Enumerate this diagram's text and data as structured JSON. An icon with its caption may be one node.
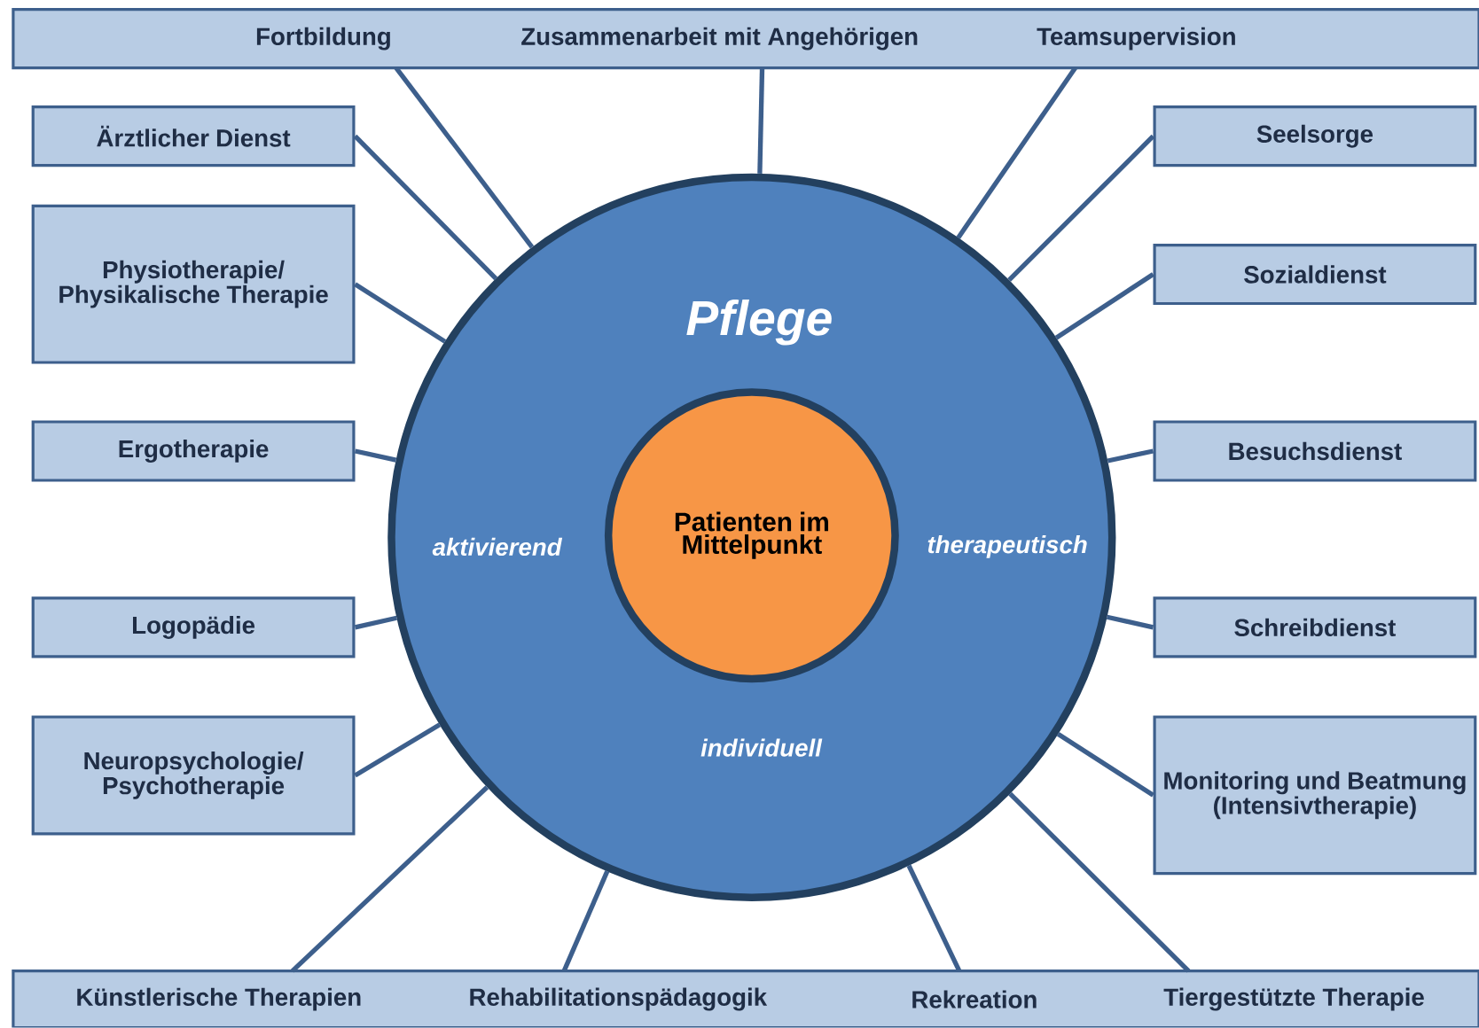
{
  "diagram": {
    "nodes": [
      {
        "text": [
          "Fortbildung",
          "Zusammenarbeit mit Angehörigen",
          "Teamsupervision"
        ]
      },
      {
        "text": [
          "Ärztlicher Dienst"
        ]
      },
      {
        "text": [
          "Physiotherapie/ Physikalische Therapie"
        ]
      },
      {
        "text": [
          "Ergotherapie"
        ]
      },
      {
        "text": [
          "Logopädie"
        ]
      },
      {
        "text": [
          "Neuropsychologie/ Psychotherapie"
        ]
      },
      {
        "text": [
          "Seelsorge"
        ]
      },
      {
        "text": [
          "Sozialdienst"
        ]
      },
      {
        "text": [
          "Besuchsdienst"
        ]
      },
      {
        "text": [
          "Schreibdienst"
        ]
      },
      {
        "text": [
          "Monitoring und Beatmung (Intensivtherapie)"
        ]
      },
      {
        "text": [
          "Künstlerische Therapien",
          "Rehabilitationspädagogik",
          "Rekreation",
          "Tiergestützte Therapie"
        ]
      },
      {
        "text": [
          "Pflege",
          "aktivierend",
          "therapeutisch",
          "individuell"
        ]
      },
      {
        "text": [
          "Patienten im Mittelpunkt"
        ],
        "in": 12
      }
    ],
    "edges": [
      {
        "from": 0,
        "to": 12,
        "arrow": "none"
      },
      {
        "from": 0,
        "to": 12,
        "arrow": "none"
      },
      {
        "from": 0,
        "to": 12,
        "arrow": "none"
      },
      {
        "from": 1,
        "to": 12,
        "arrow": "none"
      },
      {
        "from": 2,
        "to": 12,
        "arrow": "none"
      },
      {
        "from": 3,
        "to": 12,
        "arrow": "none"
      },
      {
        "from": 4,
        "to": 12,
        "arrow": "none"
      },
      {
        "from": 5,
        "to": 12,
        "arrow": "none"
      },
      {
        "from": 6,
        "to": 12,
        "arrow": "none"
      },
      {
        "from": 7,
        "to": 12,
        "arrow": "none"
      },
      {
        "from": 8,
        "to": 12,
        "arrow": "none"
      },
      {
        "from": 9,
        "to": 12,
        "arrow": "none"
      },
      {
        "from": 10,
        "to": 12,
        "arrow": "none"
      },
      {
        "from": 11,
        "to": 12,
        "arrow": "none"
      },
      {
        "from": 11,
        "to": 12,
        "arrow": "none"
      },
      {
        "from": 11,
        "to": 12,
        "arrow": "none"
      },
      {
        "from": 11,
        "to": 12,
        "arrow": "none"
      }
    ]
  }
}
